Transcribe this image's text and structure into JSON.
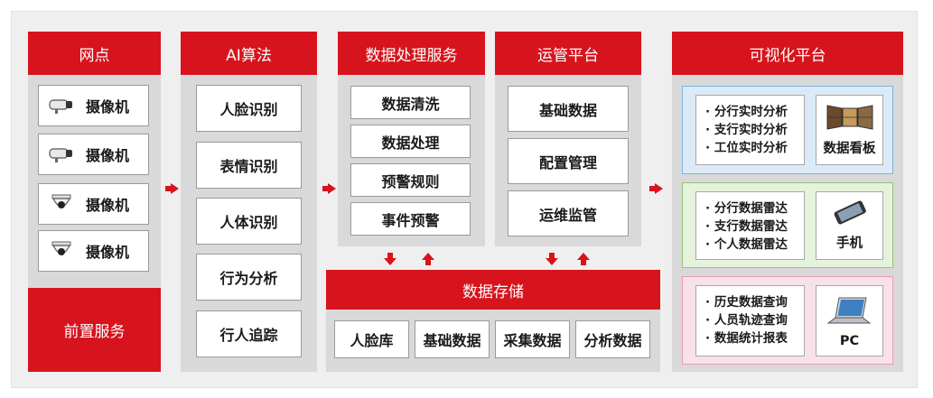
{
  "colors": {
    "accent": "#d7141d",
    "blue_bg": "#dbeaf6",
    "blue_border": "#7fb4df",
    "green_bg": "#e5f2dc",
    "green_border": "#92c574",
    "pink_bg": "#f8e1ea",
    "pink_border": "#e79ab8"
  },
  "outlet": {
    "title": "网点",
    "cameras": [
      "摄像机",
      "摄像机",
      "摄像机",
      "摄像机"
    ],
    "camera_icons": [
      "bullet-camera-icon",
      "bullet-camera-icon",
      "dome-camera-icon",
      "dome-camera-icon"
    ],
    "footer": "前置服务"
  },
  "ai": {
    "title": "AI算法",
    "items": [
      "人脸识别",
      "表情识别",
      "人体识别",
      "行为分析",
      "行人追踪"
    ]
  },
  "processing": {
    "title": "数据处理服务",
    "items": [
      "数据清洗",
      "数据处理",
      "预警规则",
      "事件预警"
    ]
  },
  "ops": {
    "title": "运管平台",
    "items": [
      "基础数据",
      "配置管理",
      "运维监管"
    ]
  },
  "storage": {
    "title": "数据存储",
    "items": [
      "人脸库",
      "基础数据",
      "采集数据",
      "分析数据"
    ]
  },
  "viz": {
    "title": "可视化平台",
    "rows": [
      {
        "items": [
          "分行实时分析",
          "支行实时分析",
          "工位实时分析"
        ],
        "device": "数据看板",
        "icon": "video-wall-icon"
      },
      {
        "items": [
          "分行数据雷达",
          "支行数据雷达",
          "个人数据雷达"
        ],
        "device": "手机",
        "icon": "smartphone-icon"
      },
      {
        "items": [
          "历史数据查询",
          "人员轨迹查询",
          "数据统计报表"
        ],
        "device": "PC",
        "icon": "laptop-icon"
      }
    ]
  }
}
